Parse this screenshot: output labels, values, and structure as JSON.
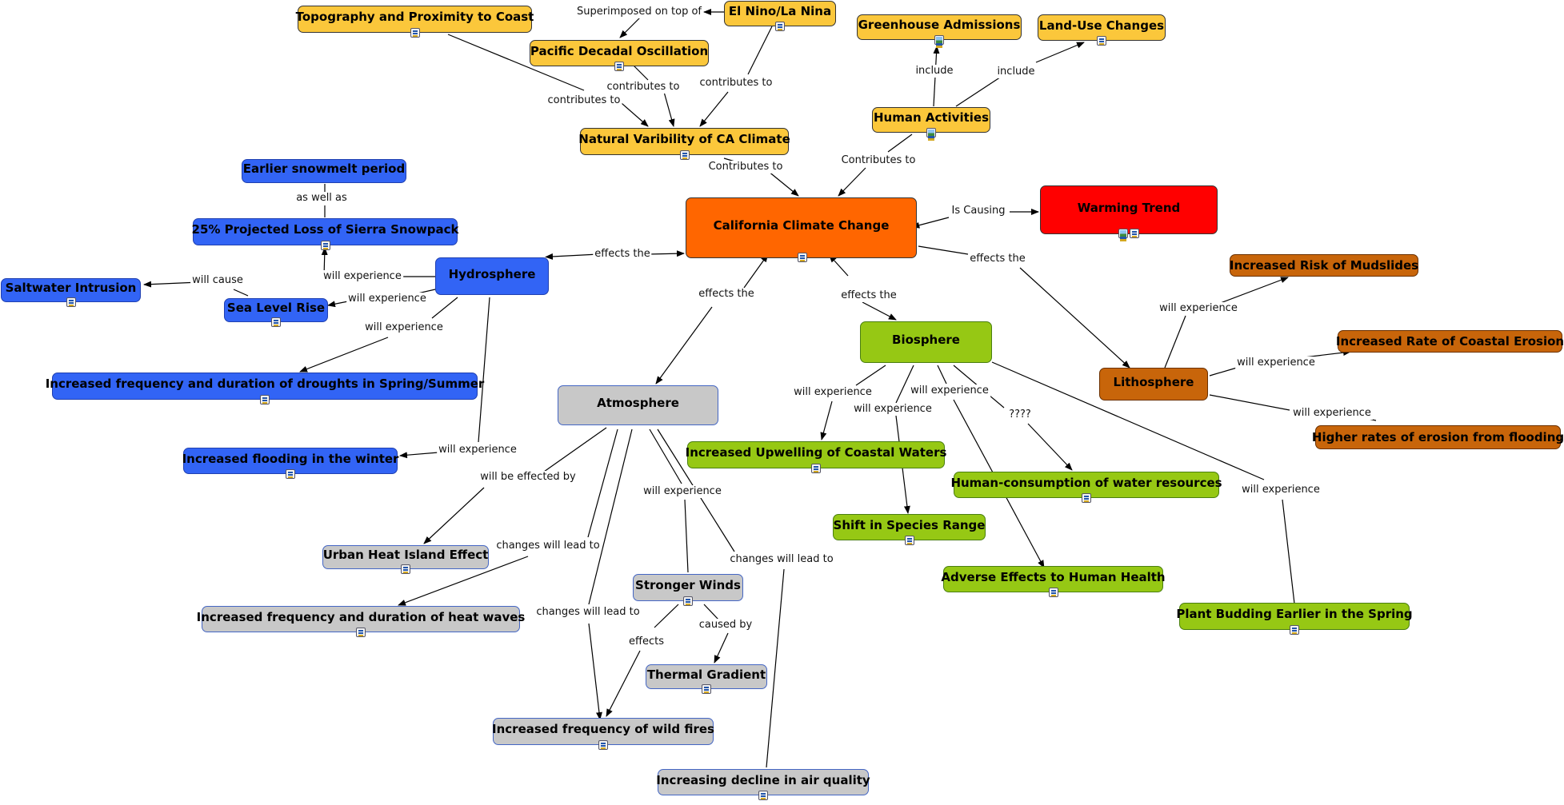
{
  "concept_map": {
    "nodes": {
      "topography": "Topography and Proximity to Coast",
      "elnino": "El Nino/La Nina",
      "pdo": "Pacific Decadal Oscillation",
      "greenhouse": "Greenhouse Admissions",
      "landuse": "Land-Use Changes",
      "human_activities": "Human Activities",
      "natural_var": "Natural Varibility of CA Climate",
      "ca_climate": "California Climate Change",
      "warming": "Warming Trend",
      "snowmelt": "Earlier snowmelt period",
      "snowpack": "25% Projected Loss of Sierra Snowpack",
      "hydrosphere": "Hydrosphere",
      "saltwater": "Saltwater Intrusion",
      "sealevel": "Sea Level Rise",
      "droughts": "Increased frequency and duration of droughts in Spring/Summer",
      "flooding": "Increased flooding in the winter",
      "atmosphere": "Atmosphere",
      "biosphere": "Biosphere",
      "lithosphere": "Lithosphere",
      "mudslides": "Increased Risk of Mudslides",
      "coastal_erosion": "Increased Rate of Coastal Erosion",
      "erosion_flooding": "Higher rates of erosion from flooding",
      "upwelling": "Increased Upwelling of Coastal Waters",
      "water_consumption": "Human-consumption of water resources",
      "species_range": "Shift in Species Range",
      "human_health": "Adverse Effects to Human Health",
      "plant_budding": "Plant Budding Earlier in the Spring",
      "urban_heat": "Urban Heat Island Effect",
      "heat_waves": "Increased frequency and duration of heat waves",
      "winds": "Stronger Winds",
      "thermal": "Thermal Gradient",
      "wildfires": "Increased frequency of wild fires",
      "air_quality": "Increasing decline in air quality"
    },
    "link_labels": {
      "superimposed": "Superimposed on top of",
      "contributes_topo": "contributes to",
      "contributes_pdo": "contributes to",
      "contributes_elnino": "contributes to",
      "include_gh": "include",
      "include_lu": "include",
      "contributes_cap_human": "Contributes to",
      "contributes_cap_natural": "Contributes to",
      "is_causing": "Is Causing",
      "as_well_as": "as well as",
      "effects_hydro": "effects the",
      "effects_atmo": "effects the",
      "effects_bio": "effects the",
      "effects_litho": "effects the",
      "will_cause": "will cause",
      "hyd_exp_snow": "will experience",
      "hyd_exp_sea": "will experience",
      "hyd_exp_drought": "will experience",
      "hyd_exp_flood": "will experience",
      "lit_exp_mud": "will experience",
      "lit_exp_coast": "will experience",
      "lit_exp_erosion": "will experience",
      "bio_exp_upwell": "will experience",
      "bio_exp_species": "will experience",
      "bio_exp_health": "will experience",
      "bio_unknown": "????",
      "bio_exp_plant": "will experience",
      "atm_effected_by": "will be effected by",
      "atm_leads_heat": "changes will lead to",
      "atm_leads_fire": "changes will lead to",
      "atm_exp_winds": "will experience",
      "atm_leads_air": "changes will lead to",
      "winds_effects": "effects",
      "winds_caused_by": "caused by"
    }
  },
  "colors": {
    "natural_factors": "#fbc73b",
    "core": "#ff6600",
    "warming": "#ff0000",
    "hydrosphere": "#3264f5",
    "atmosphere": "#c8c8c8",
    "biosphere": "#96c814",
    "lithosphere": "#c8650a"
  },
  "icons": {
    "resource": "document-icon",
    "image": "image-icon"
  }
}
